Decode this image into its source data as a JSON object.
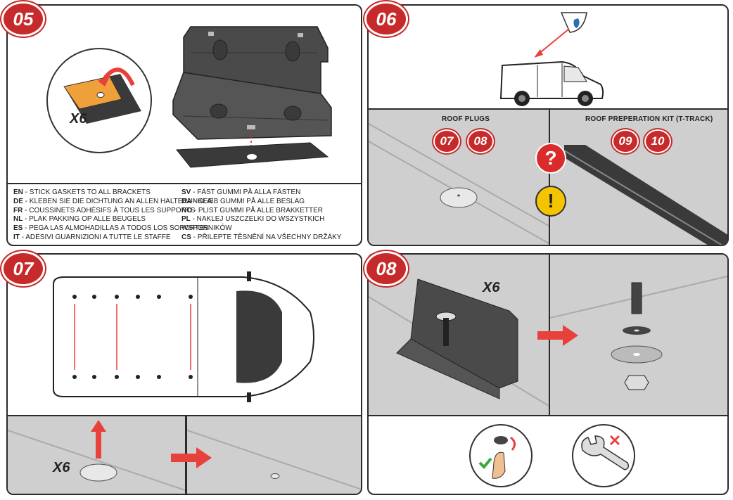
{
  "panels": {
    "p05": {
      "number": "05",
      "multiplier": "X6",
      "legend": [
        {
          "code": "EN",
          "text": " - STICK GASKETS TO ALL BRACKETS"
        },
        {
          "code": "DE",
          "text": " - KLEBEN SIE DIE DICHTUNG AN ALLEN HALTERUNGEN"
        },
        {
          "code": "FR",
          "text": " - COUSSINETS ADHÉSIFS À TOUS LES SUPPORTS"
        },
        {
          "code": "NL",
          "text": " - PLAK PAKKING OP ALLE BEUGELS"
        },
        {
          "code": "ES",
          "text": " - PEGA LAS ALMOHADILLAS A TODOS LOS SOPORTES"
        },
        {
          "code": "IT",
          "text": " - ADESIVI GUARNIZIONI A TUTTE LE STAFFE"
        },
        {
          "code": "SV",
          "text": " - FÄST GUMMI PÅ ALLA FÄSTEN"
        },
        {
          "code": "DA",
          "text": " - KLÆB GUMMI PÅ ALLE BESLAG"
        },
        {
          "code": "NO",
          "text": " - PLIST GUMMI PÅ ALLE BRAKKETTER"
        },
        {
          "code": "PL",
          "text": " - NAKLEJ USZCZELKI DO WSZYSTKICH WSPORNIKÓW"
        },
        {
          "code": "CS",
          "text": " - PŘILEPTE TĚSNĚNÍ NA VŠECHNY DRŽÁKY"
        }
      ]
    },
    "p06": {
      "number": "06",
      "roof_plugs_label": "ROOF PLUGS",
      "roof_kit_label": "ROOF PREPERATION KIT (T-TRACK)",
      "refs_plugs": [
        "07",
        "08"
      ],
      "refs_kit": [
        "09",
        "10"
      ],
      "question_mark": "?",
      "exclamation_mark": "!"
    },
    "p07": {
      "number": "07",
      "multiplier": "X6"
    },
    "p08": {
      "number": "08",
      "multiplier": "X6"
    }
  },
  "colors": {
    "accent_red": "#c62a2a",
    "arrow_red": "#e8403a",
    "gasket_orange": "#f0a03a",
    "bracket_dark": "#4a4a4a",
    "warning_yellow": "#f5c400"
  }
}
